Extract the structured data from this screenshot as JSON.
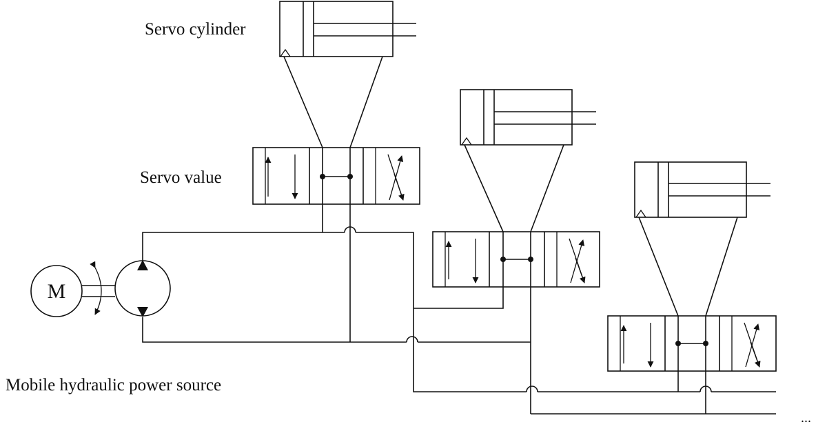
{
  "labels": {
    "servo_cylinder": "Servo cylinder",
    "servo_valve": "Servo value",
    "power_source": "Mobile hydraulic power source",
    "motor": "M",
    "ellipsis": "..."
  }
}
